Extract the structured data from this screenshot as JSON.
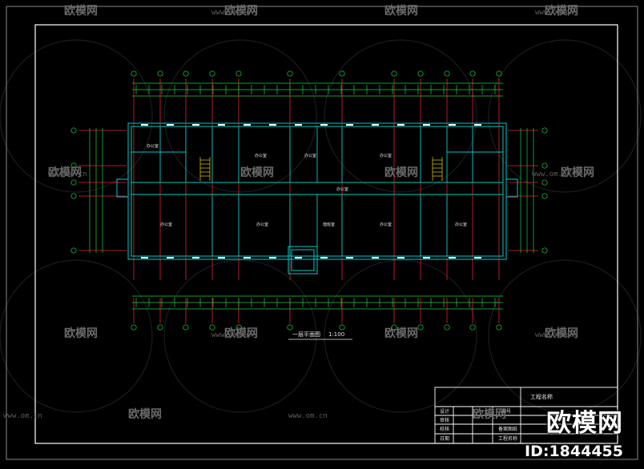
{
  "drawing": {
    "plan_title": "一层平面图",
    "scale": "1:100",
    "title_block": {
      "project": "工程名称",
      "row_labels": [
        "设计",
        "审核",
        "校核",
        "日期"
      ],
      "sub_labels": [
        "图号",
        "备案图纸",
        "工程名称"
      ]
    },
    "room_labels": [
      "办公室",
      "办公室",
      "办公室",
      "办公室",
      "办公室",
      "办公室",
      "办公室",
      "办公室",
      "值班室",
      "办公室"
    ]
  },
  "watermark": {
    "brand": "欧模网",
    "url": "www.om.cn",
    "id": "ID:1844455"
  },
  "colors": {
    "background": "#000000",
    "border": "#ffffff",
    "wall": "#00c8c8",
    "axis": "#e0242a",
    "dim": "#22cc44",
    "stair": "#e8d200"
  }
}
